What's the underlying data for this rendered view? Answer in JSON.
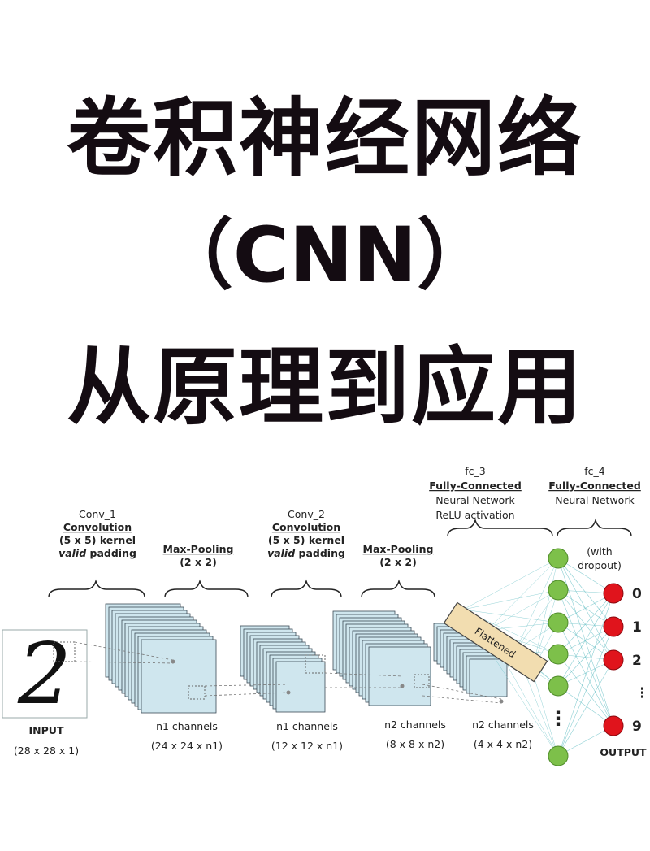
{
  "title": {
    "line1": "卷积神经网络",
    "line2": "（CNN）",
    "line3": "从原理到应用"
  },
  "diagram": {
    "input_label": "INPUT",
    "input_dims": "(28 x 28 x 1)",
    "input_digit": "2",
    "conv1": {
      "name": "Conv_1",
      "type": "Convolution",
      "kernel": "(5 x 5) kernel",
      "padding_word": "valid",
      "padding_rest": " padding"
    },
    "pool1": {
      "name": "Max-Pooling",
      "size": "(2 x 2)"
    },
    "conv2": {
      "name": "Conv_2",
      "type": "Convolution",
      "kernel": "(5 x 5) kernel",
      "padding_word": "valid",
      "padding_rest": " padding"
    },
    "pool2": {
      "name": "Max-Pooling",
      "size": "(2 x 2)"
    },
    "fc3": {
      "name": "fc_3",
      "type": "Fully-Connected",
      "desc1": "Neural Network",
      "desc2": "ReLU activation"
    },
    "fc4": {
      "name": "fc_4",
      "type": "Fully-Connected",
      "desc1": "Neural Network"
    },
    "dropout_line1": "(with",
    "dropout_line2": "dropout)",
    "flattened_label": "Flattened",
    "stages": [
      {
        "channels": "n1 channels",
        "dims": "(24 x 24 x n1)"
      },
      {
        "channels": "n1 channels",
        "dims": "(12 x 12 x n1)"
      },
      {
        "channels": "n2 channels",
        "dims": "(8 x 8 x n2)"
      },
      {
        "channels": "n2 channels",
        "dims": "(4 x 4 x n2)"
      }
    ],
    "output_labels": [
      "0",
      "1",
      "2",
      "⋮",
      "9"
    ],
    "output_title": "OUTPUT",
    "hidden_ellipsis": "⋮",
    "colors": {
      "title": "#140c12",
      "feature_map_fill": "#cfe6ee",
      "feature_map_stroke": "#3a4a55",
      "hidden_node": "#7dc04a",
      "output_node": "#e0141c",
      "flattened_fill": "#f2ddb0",
      "connection": "#6fc3c8"
    }
  }
}
